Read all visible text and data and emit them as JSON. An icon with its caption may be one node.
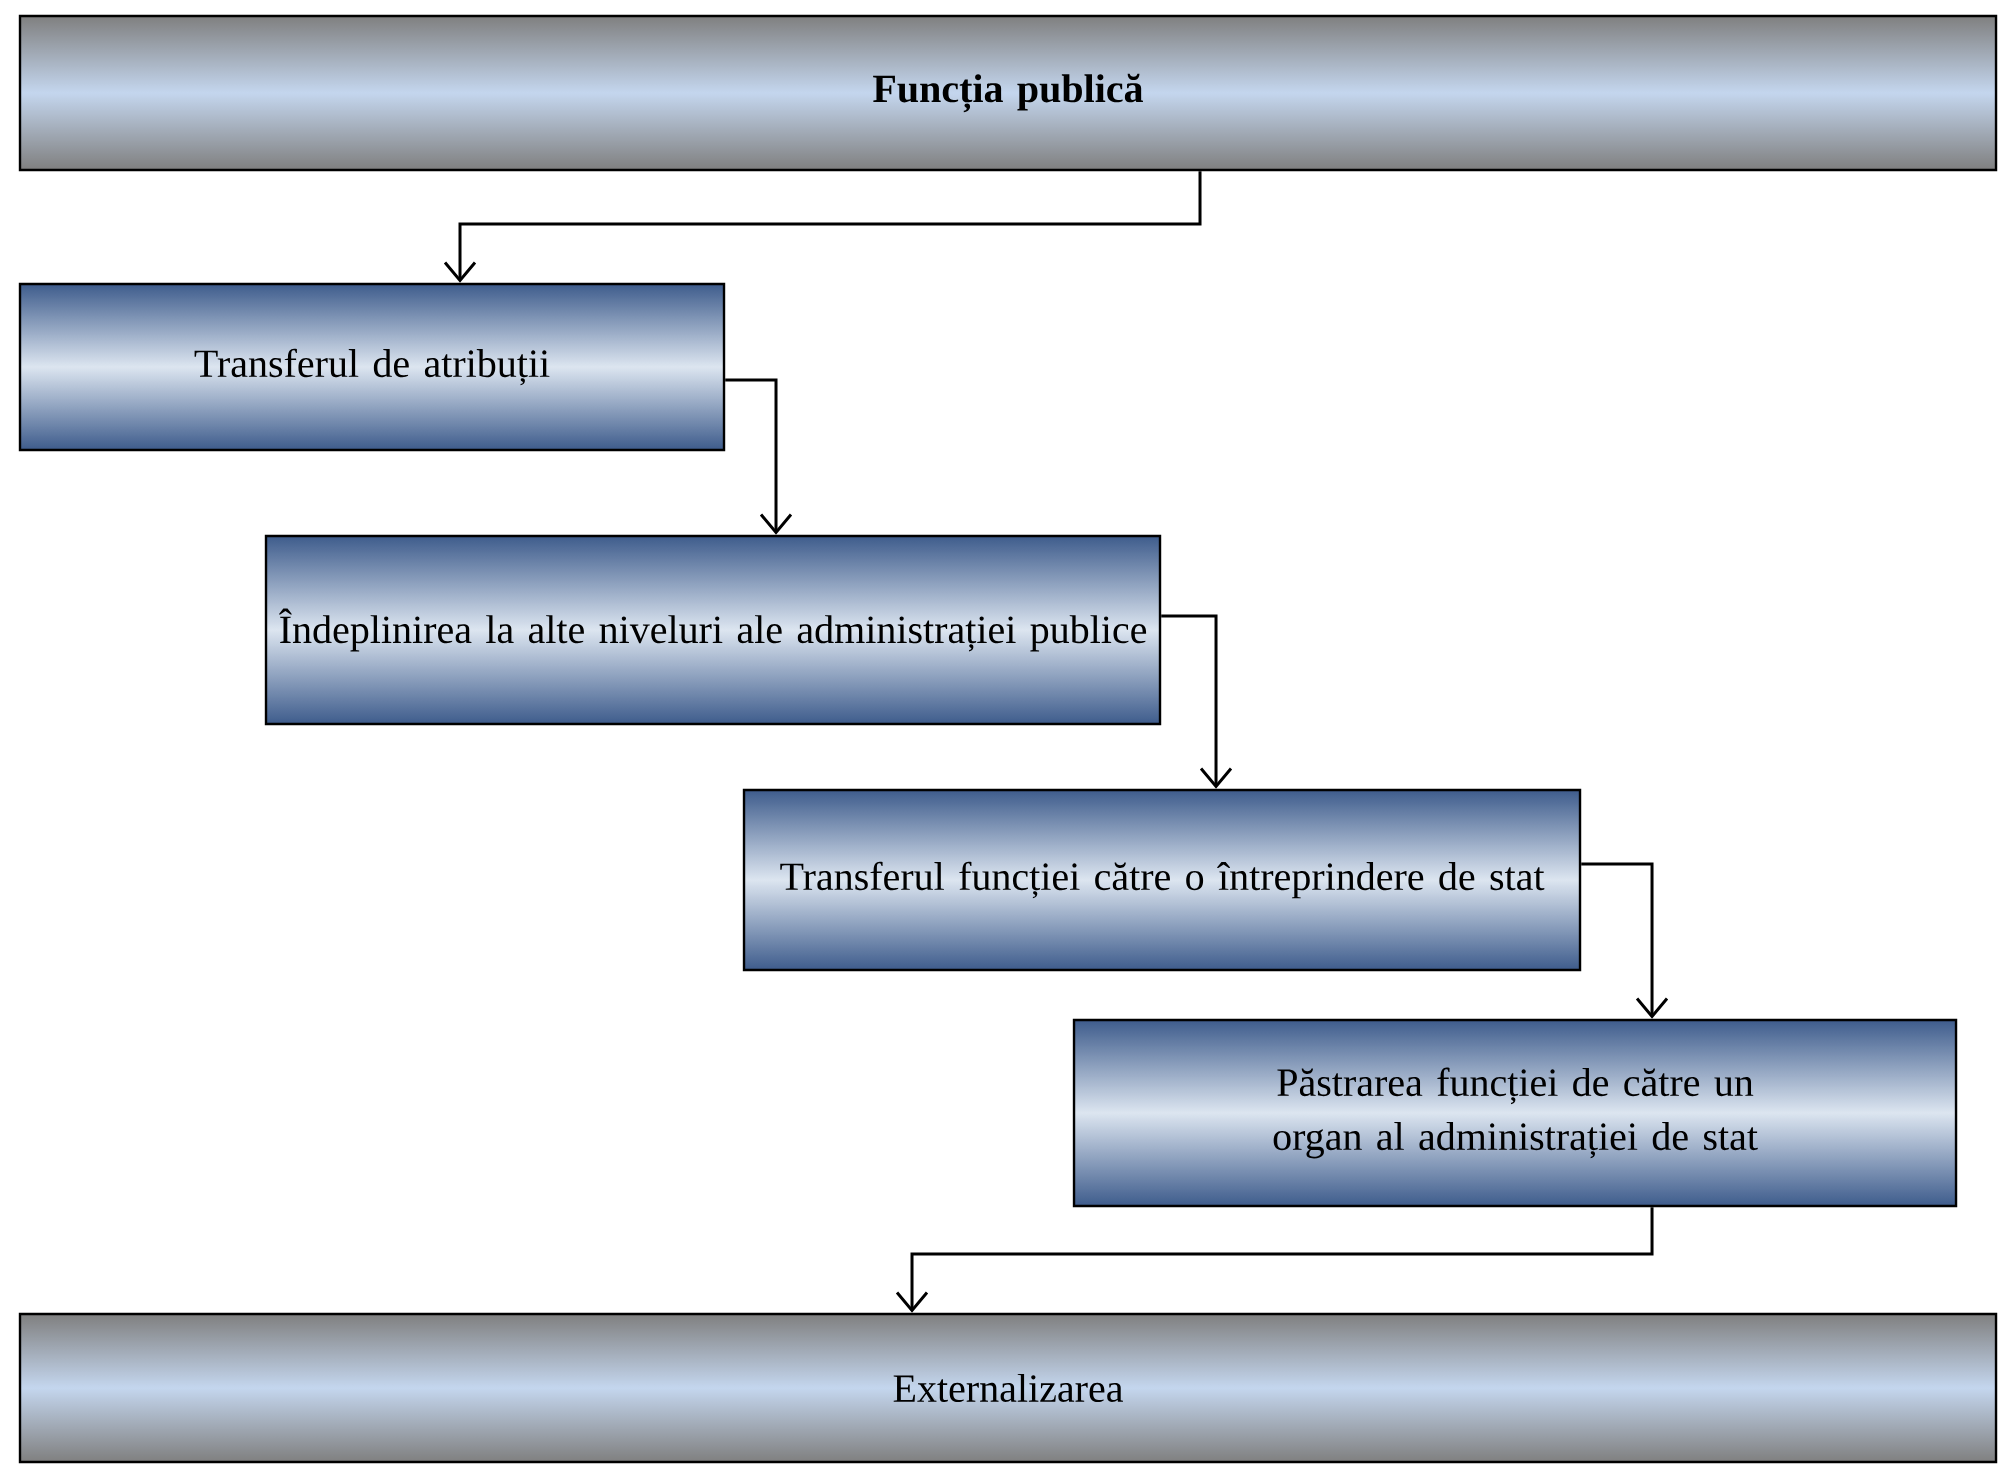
{
  "diagram": {
    "nodes": [
      {
        "text": [
          "Funcția publică"
        ]
      },
      {
        "text": [
          "Transferul de atribuții"
        ]
      },
      {
        "text": [
          "Îndeplinirea la alte niveluri ale administrației publice"
        ]
      },
      {
        "text": [
          "Transferul funcției către o întreprindere de stat"
        ]
      },
      {
        "text": [
          "Păstrarea funcției de către un organ al administrației de stat"
        ]
      },
      {
        "text": [
          "Externalizarea"
        ]
      }
    ],
    "edges": [
      {
        "from": 0,
        "to": 1,
        "arrow": "to"
      },
      {
        "from": 1,
        "to": 2,
        "arrow": "to"
      },
      {
        "from": 2,
        "to": 3,
        "arrow": "to"
      },
      {
        "from": 3,
        "to": 4,
        "arrow": "to"
      },
      {
        "from": 4,
        "to": 5,
        "arrow": "to"
      }
    ]
  }
}
